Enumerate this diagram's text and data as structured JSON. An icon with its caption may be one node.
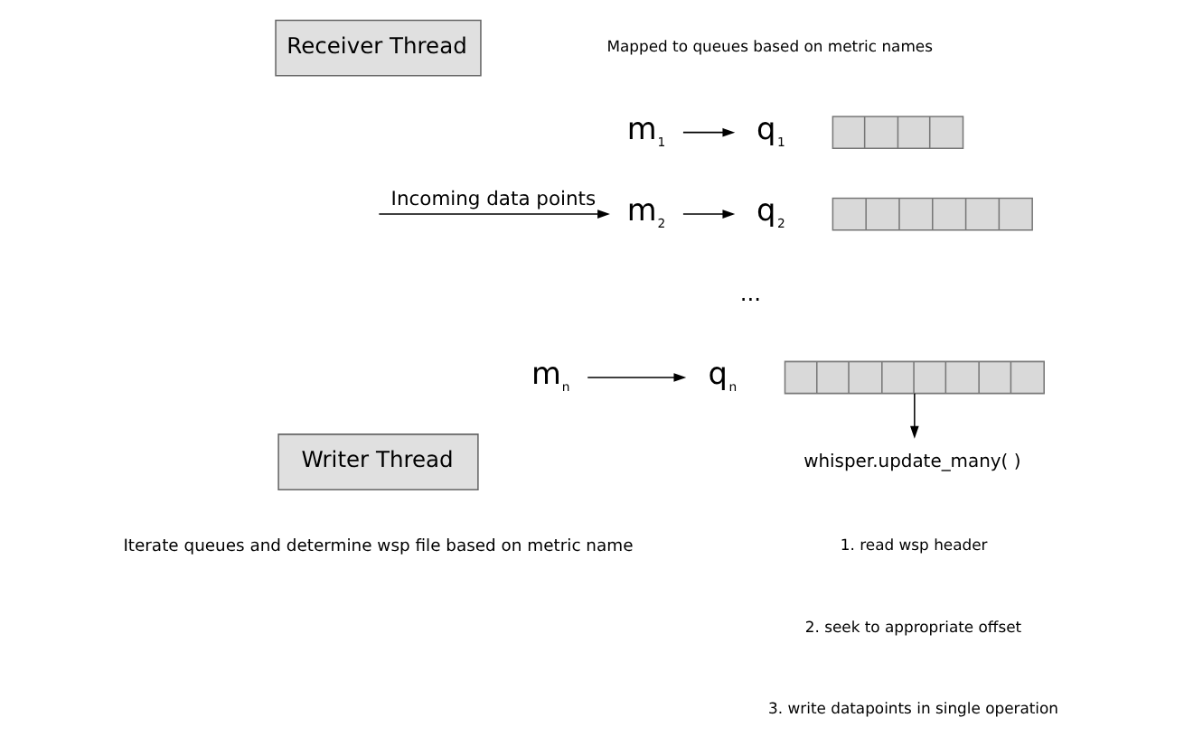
{
  "diagram": {
    "nodes": [
      {
        "text": [
          "Receiver Thread"
        ]
      },
      {
        "text": [
          "Writer Thread"
        ],
        "beside": [
          "Iterate queues and determine wsp file based on metric name"
        ]
      },
      {
        "text": [
          "m$_{1}$"
        ]
      },
      {
        "text": [
          "q$_{1}$"
        ]
      },
      {
        "text": [],
        "shape": "bar"
      },
      {
        "text": [
          "m$_{2}$"
        ]
      },
      {
        "text": [
          "q$_{2}$"
        ]
      },
      {
        "text": [],
        "shape": "bar"
      },
      {
        "text": [
          "m$_{n}$"
        ]
      },
      {
        "text": [
          "q$_{n}$"
        ]
      },
      {
        "text": [],
        "shape": "bar"
      },
      {
        "text": [
          "whisper.update_many( )"
        ]
      }
    ],
    "edges": [
      {
        "from": null,
        "to": 5,
        "arrow": "to",
        "label": "Incoming data points"
      },
      {
        "from": 2,
        "to": 3,
        "arrow": "to"
      },
      {
        "from": 5,
        "to": 6,
        "arrow": "to"
      },
      {
        "from": 8,
        "to": 9,
        "arrow": "to"
      },
      {
        "from": 10,
        "to": 11,
        "arrow": "to"
      }
    ],
    "labels": [
      "Mapped to queues based on metric names",
      "...",
      "1. read wsp header",
      "2. seek to appropriate offset",
      "3. write datapoints in single operation"
    ]
  }
}
